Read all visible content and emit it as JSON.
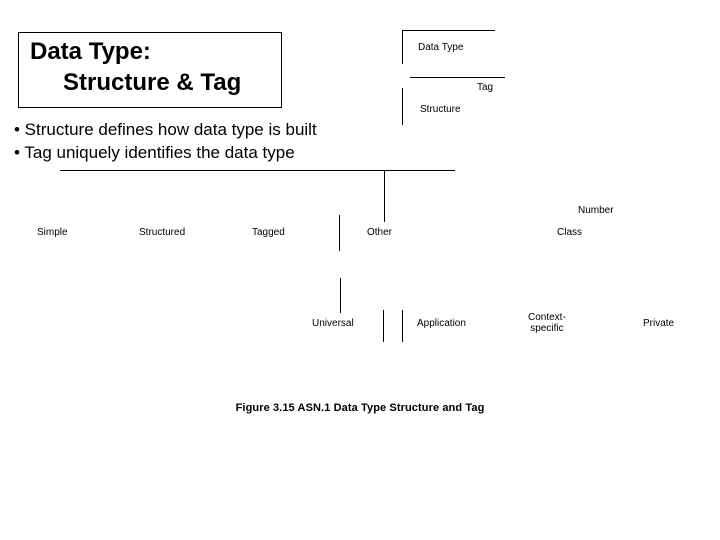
{
  "slide": {
    "title_line_1": "Data Type:",
    "title_line_2": "Structure & Tag",
    "bullets": [
      "• Structure defines how data type is built",
      "• Tag uniquely identifies the data type"
    ],
    "caption": "Figure 3.15 ASN.1 Data Type Structure and Tag"
  },
  "diagram": {
    "nodes": {
      "root": "Data Type",
      "tag": "Tag",
      "structure": "Structure",
      "simple": "Simple",
      "structured": "Structured",
      "tagged": "Tagged",
      "other": "Other",
      "number": "Number",
      "class": "Class",
      "universal": "Universal",
      "application": "Application",
      "context_specific_line_1": "Context-",
      "context_specific_line_2": "specific",
      "private": "Private"
    },
    "colors": {
      "line": "#000000",
      "text": "#000000",
      "background": "#ffffff"
    }
  }
}
